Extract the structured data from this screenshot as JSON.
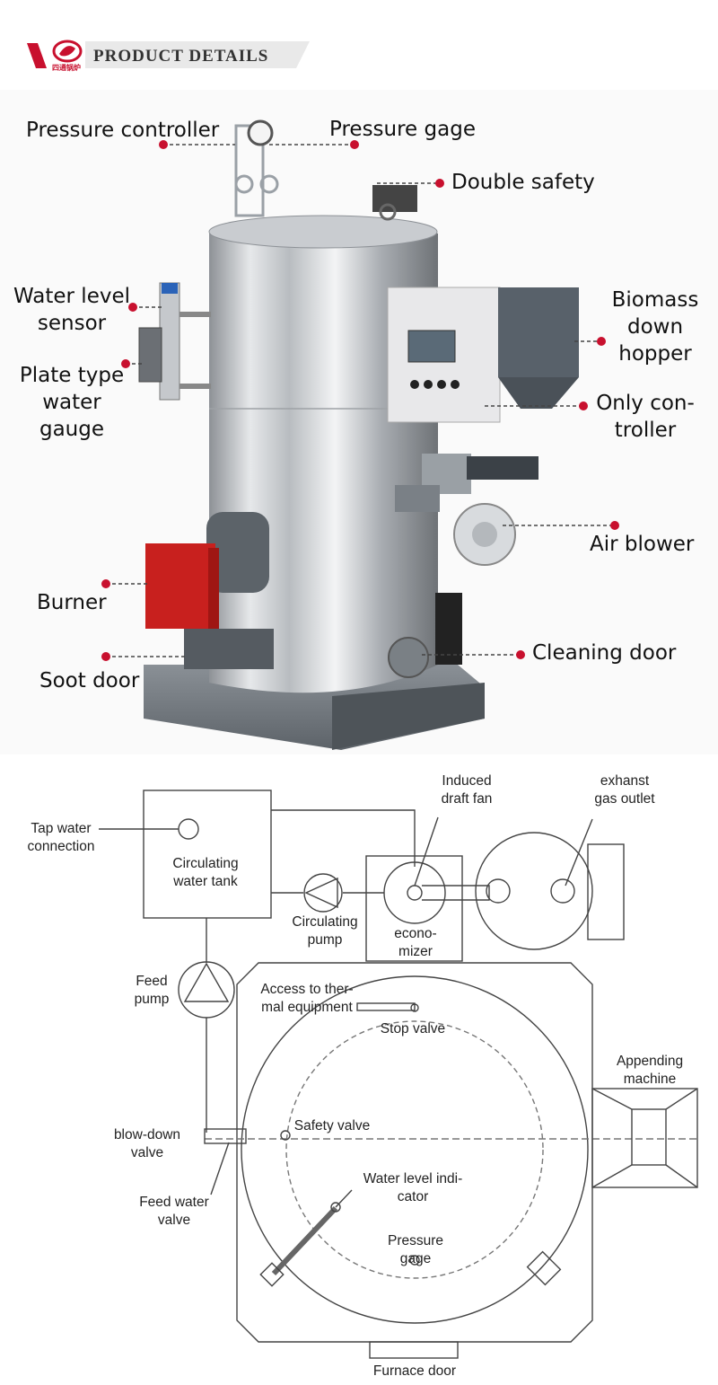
{
  "header": {
    "title": "PRODUCT DETAILS",
    "brand_chinese": "四通锅炉",
    "accent_color": "#c8102e",
    "logo_icon": "brand-logo-icon"
  },
  "photo_labels": {
    "pressure_controller": "Pressure controller",
    "pressure_gage": "Pressure gage",
    "double_safety": "Double safety",
    "water_level_sensor": "Water level sensor",
    "biomass_hopper": "Biomass down hopper",
    "plate_type_gauge": "Plate type water gauge",
    "only_controller": "Only con- troller",
    "air_blower": "Air blower",
    "burner": "Burner",
    "cleaning_door": "Cleaning door",
    "soot_door": "Soot door"
  },
  "diagram_labels": {
    "induced_draft_fan": "Induced\ndraft fan",
    "exhaust_gas_outlet": "exhanst\ngas outlet",
    "tap_water_connection": "Tap water\nconnection",
    "circulating_water_tank": "Circulating\nwater tank",
    "circulating_pump": "Circulating\npump",
    "economizer": "econo-\nmizer",
    "feed_pump": "Feed\npump",
    "access_thermal": "Access to ther-\nmal equipment",
    "stop_valve": "Stop valve",
    "appending_machine": "Appending\nmachine",
    "blowdown_valve": "blow-down\nvalve",
    "safety_valve": "Safety valve",
    "water_level_indicator": "Water level indi-\ncator",
    "feed_water_valve": "Feed water\nvalve",
    "pressure_gage": "Pressure\ngage",
    "furnace_door": "Furnace door"
  }
}
